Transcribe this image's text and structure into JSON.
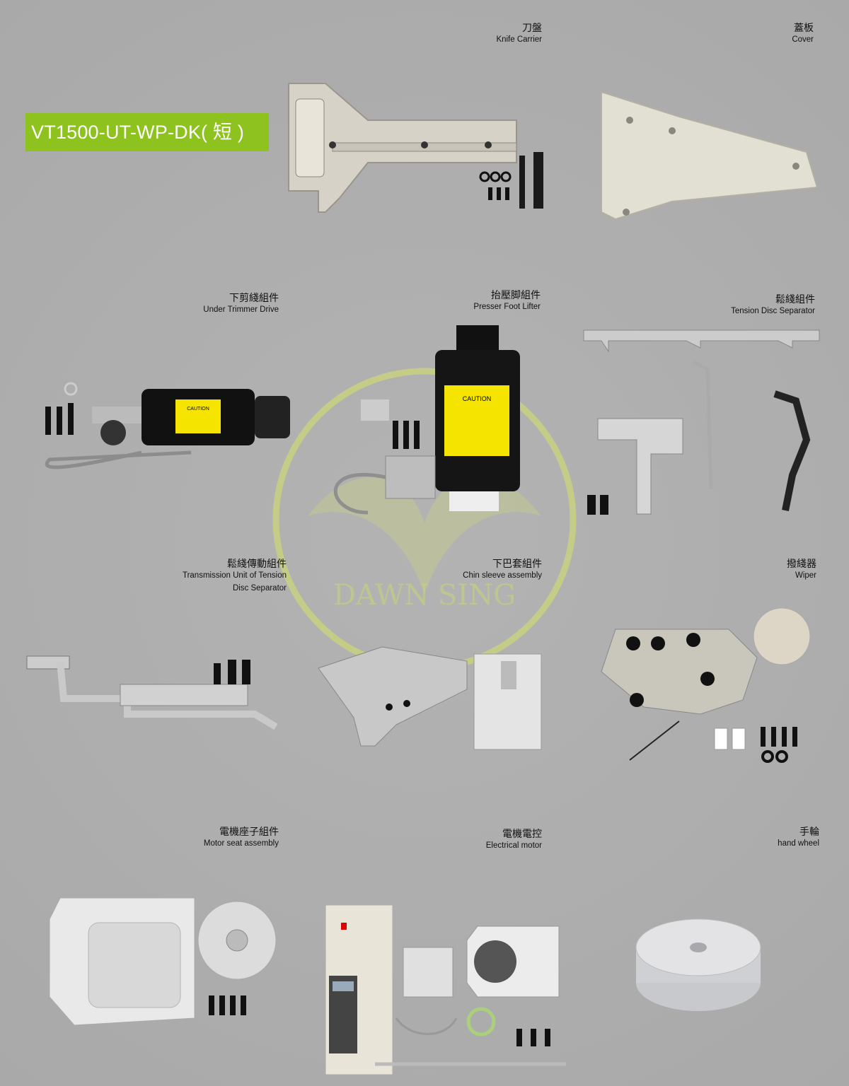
{
  "model_badge": "VT1500-UT-WP-DK( 短 )",
  "watermark_text": "DAWN SING",
  "parts": [
    {
      "zh": "刀盤",
      "en": "Knife Carrier"
    },
    {
      "zh": "蓋板",
      "en": "Cover"
    },
    {
      "zh": "下剪綫組件",
      "en": "Under Trimmer Drive"
    },
    {
      "zh": "抬壓脚組件",
      "en": "Presser Foot Lifter"
    },
    {
      "zh": "鬆綫組件",
      "en": "Tension Disc Separator"
    },
    {
      "zh": "鬆綫傳動組件",
      "en_line1": "Transmission Unit of Tension",
      "en_line2": "Disc Separator"
    },
    {
      "zh": "下巴套組件",
      "en": "Chin sleeve assembly"
    },
    {
      "zh": "撥綫器",
      "en": "Wiper"
    },
    {
      "zh": "電機座子組件",
      "en": "Motor seat assembly"
    },
    {
      "zh": "電機電控",
      "en": "Electrical motor"
    },
    {
      "zh": "手輪",
      "en": "hand wheel"
    }
  ],
  "caution": {
    "title": "CAUTION"
  },
  "colors": {
    "background": "#aeaeae",
    "badge": "#8dc21f",
    "watermark": "#c9d77c"
  }
}
